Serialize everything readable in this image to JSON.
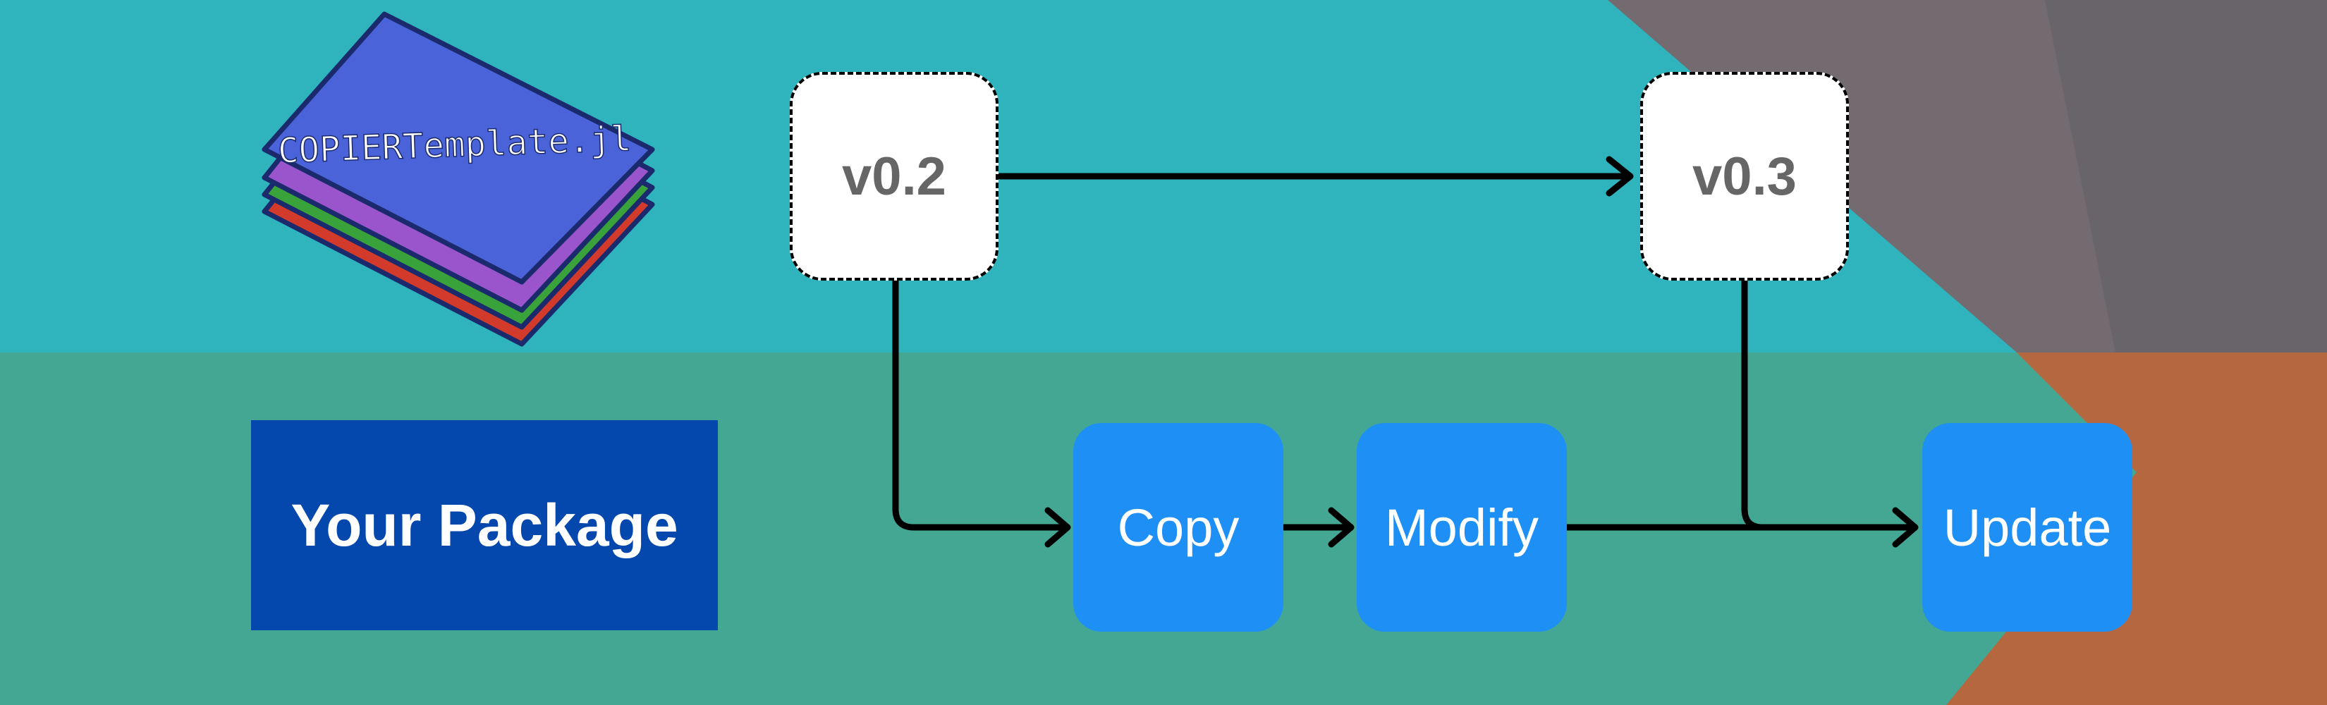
{
  "logo": {
    "label": "COPIERTemplate.jl"
  },
  "versions": {
    "old": "v0.2",
    "new": "v0.3"
  },
  "steps": {
    "copy": "Copy",
    "modify": "Modify",
    "update": "Update"
  },
  "package": {
    "label": "Your Package"
  },
  "colors": {
    "background_teal": "#2fb3bd",
    "background_green": "#43a793",
    "background_gray": "#6f6a6f",
    "background_orange": "#b5683f",
    "step_blue": "#1e90f5",
    "package_blue": "#0447ad",
    "logo_blue": "#4a63d8",
    "logo_purple": "#9b55cc",
    "logo_green": "#3aa23a",
    "logo_red": "#d23a2b"
  }
}
